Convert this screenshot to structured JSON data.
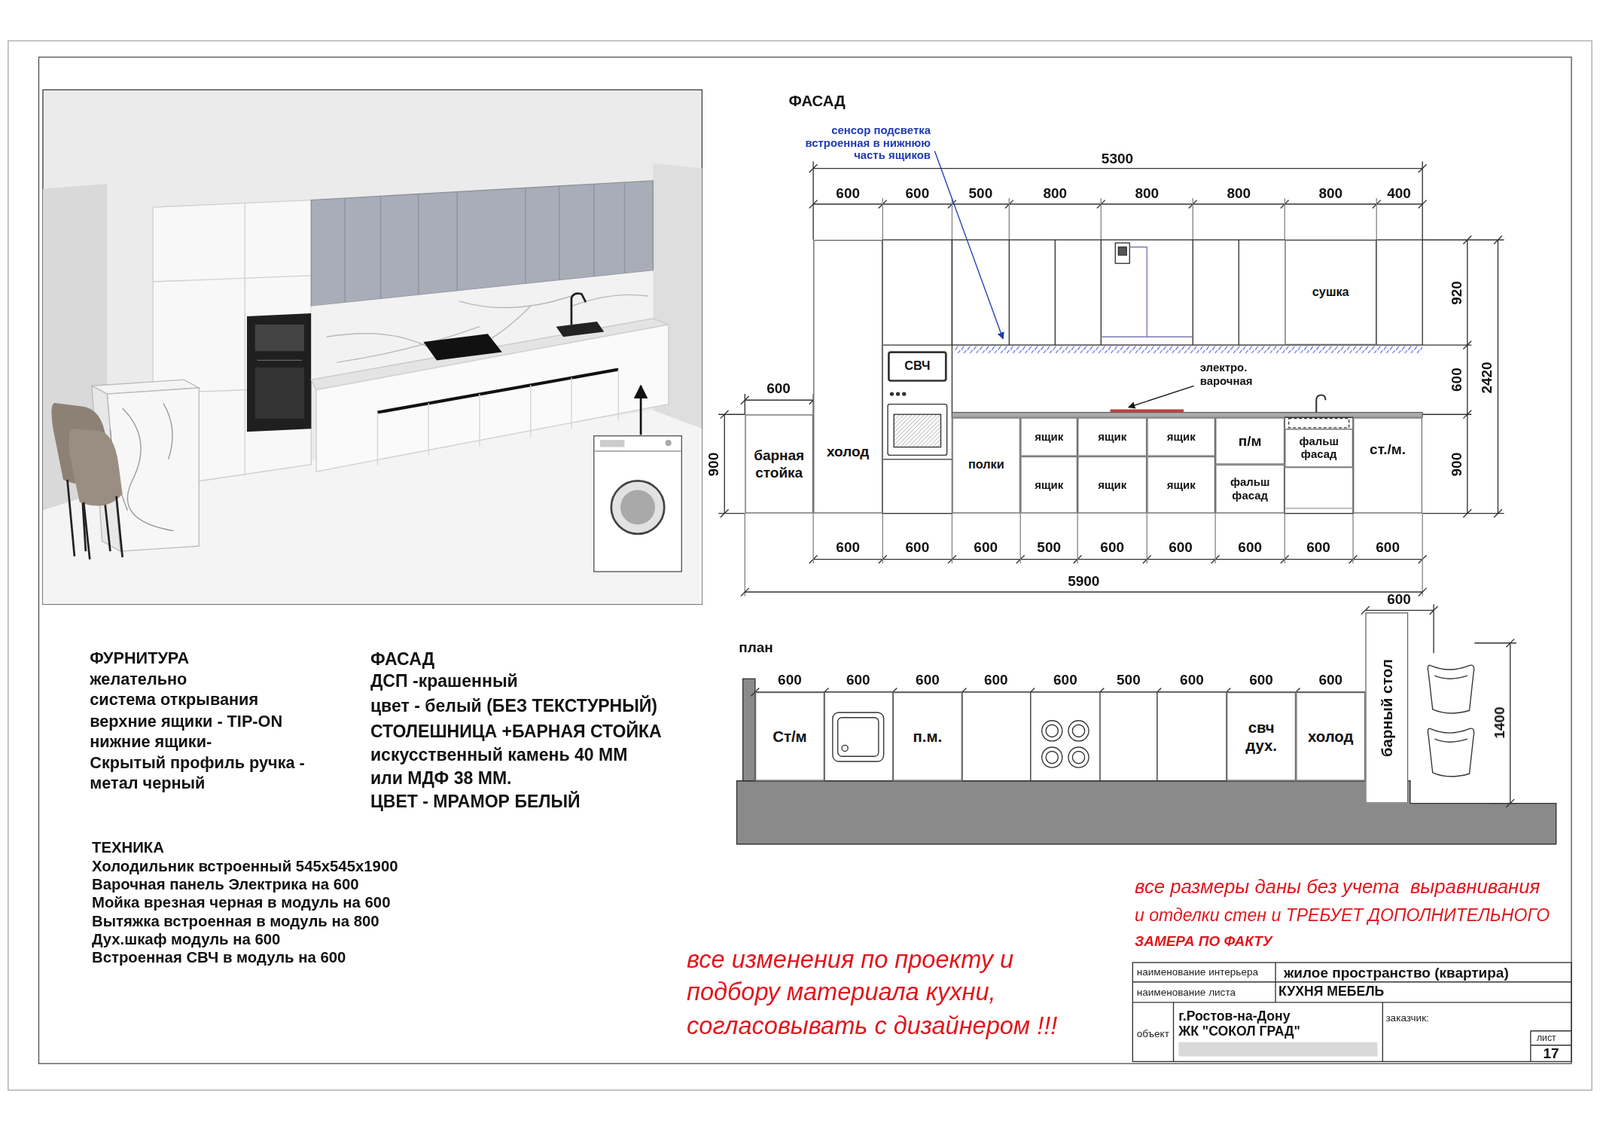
{
  "diagram": {
    "nodes": [
      {
        "text": [
          "барная стойка"
        ]
      },
      {
        "text": [
          "холод"
        ]
      },
      {
        "text": [
          "СВЧ"
        ]
      },
      {
        "text": [
          "полки"
        ]
      },
      {
        "text": [
          "ящик"
        ]
      },
      {
        "text": [
          "ящик"
        ]
      },
      {
        "text": [
          "ящик"
        ]
      },
      {
        "text": [
          "ящик"
        ]
      },
      {
        "text": [
          "ящик"
        ]
      },
      {
        "text": [
          "ящик"
        ]
      },
      {
        "text": [
          "п/м"
        ]
      },
      {
        "text": [
          "фальш фасад"
        ]
      },
      {
        "text": [
          "фальш фасад"
        ]
      },
      {
        "text": [
          "ст./м."
        ]
      },
      {
        "text": [
          "сушка"
        ]
      },
      {
        "text": [
          "Ст/м"
        ]
      },
      {
        "text": [
          "п.м."
        ]
      },
      {
        "text": [
          "свч дух."
        ]
      },
      {
        "text": [
          "холод"
        ]
      },
      {
        "text": [
          "барный стол"
        ]
      }
    ],
    "labels": [
      "ФАСАД",
      "сенсор подсветка встроенная в нижнюю часть ящиков",
      "5300",
      "600",
      "600",
      "500",
      "800",
      "800",
      "800",
      "800",
      "400",
      "920",
      "600",
      "2420",
      "900",
      "600",
      "900",
      "электро. варочная",
      "600",
      "600",
      "600",
      "500",
      "600",
      "600",
      "600",
      "600",
      "600",
      "5900",
      "план",
      "600",
      "600",
      "600",
      "600",
      "600",
      "600",
      "500",
      "600",
      "600",
      "600",
      "1400",
      "ФУРНИТУРА",
      "желательно",
      "система открывания",
      "верхние ящики - TIP-ON",
      "нижние ящики-",
      "Скрытый профиль ручка -",
      "метал черный",
      "ФАСАД",
      "ДСП -крашенный",
      "цвет - белый (БЕЗ ТЕКСТУРНЫЙ)",
      "СТОЛЕШНИЦА +БАРНАЯ СТОЙКА",
      "искусственный камень 40 ММ",
      "или МДФ 38 ММ.",
      "ЦВЕТ - МРАМОР БЕЛЫЙ",
      "ТЕХНИКА",
      "Холодильник встроенный 545х545х1900",
      "Варочная панель Электрика на 600",
      "Мойка врезная черная в модуль на 600",
      "Вытяжка встроенная в модуль на 800",
      "Дух.шкаф модуль на 600",
      "Встроенная СВЧ в модуль на 600",
      "все изменения по проекту и",
      "подбору материала кухни,",
      "согласовывать с дизайнером !!!",
      "все размеры даны без учета  выравнивания",
      "и отделки стен и ТРЕБУЕТ ДОПОЛНИТЕЛЬНОГО",
      "ЗАМЕРА ПО ФАКТУ",
      "наименование интерьера",
      "жилое пространство (квартира)",
      "наименование листа",
      "КУХНЯ МЕБЕЛЬ",
      "г.Ростов-на-Дону",
      "ЖК \"СОКОЛ ГРАД\"",
      "объект",
      "заказчик:",
      "лист",
      "17"
    ]
  }
}
